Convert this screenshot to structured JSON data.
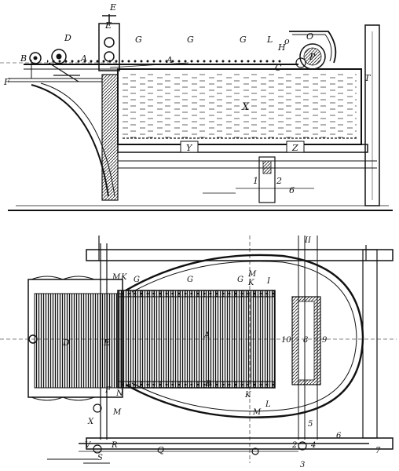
{
  "elevation_labels": {
    "E_top": "E",
    "E_col": "E",
    "B": "B",
    "F": "F",
    "D": "D",
    "A1": "A",
    "A2": "A",
    "G1": "G",
    "G2": "G",
    "G3": "G",
    "L": "L",
    "H": "H",
    "O1": "O",
    "O2": "o",
    "C": "C",
    "P": "P",
    "X": "X",
    "T": "T",
    "Y": "Y",
    "Z": "Z",
    "n1": "1",
    "n2": "2",
    "n6": "6"
  },
  "plan_labels": {
    "M1": "M",
    "K1": "K",
    "G1": "G",
    "G2": "G",
    "G3": "G",
    "M2": "M",
    "K2": "K",
    "I": "I",
    "II": "II",
    "D": "D",
    "E": "E",
    "A": "A",
    "B": "B",
    "F": "F",
    "N1": "N",
    "K3": "K",
    "L": "L",
    "M3": "M",
    "M4": "M",
    "X": "X",
    "V": "V",
    "R": "R",
    "S": "S",
    "Q": "Q",
    "n5": "5",
    "n6": "6",
    "n7": "7",
    "n8": "8",
    "n9": "9",
    "n10": "10",
    "n2": "2",
    "n3": "3",
    "n4": "4"
  }
}
